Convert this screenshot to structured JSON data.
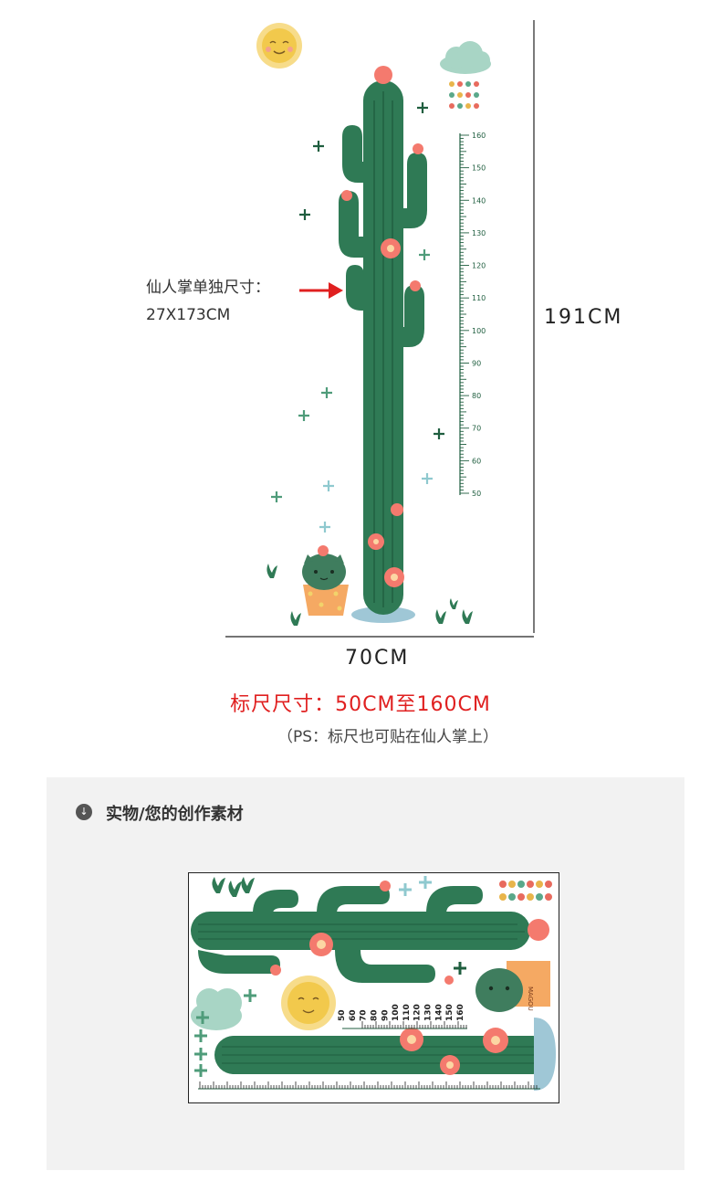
{
  "annotations": {
    "cactus_size_label": "仙人掌单独尺寸：",
    "cactus_size_value": "27X173CM",
    "height_label": "191CM",
    "width_label": "70CM",
    "ruler_size": "标尺尺寸：50CM至160CM",
    "ruler_note": "（PS：标尺也可贴在仙人掌上）"
  },
  "ruler": {
    "ticks": [
      "160",
      "150",
      "140",
      "130",
      "120",
      "110",
      "100",
      "90",
      "80",
      "70",
      "60",
      "50"
    ]
  },
  "product_section": {
    "title": "实物/您的创作素材",
    "icon": "download-circle-icon",
    "ruler_ticks": [
      "160",
      "150",
      "140",
      "130",
      "120",
      "110",
      "100",
      "90",
      "80",
      "70",
      "60",
      "50"
    ],
    "pot_text": "MAGOU"
  },
  "colors": {
    "cactus_green": "#2f7a55",
    "cactus_dark": "#1f5e3f",
    "flower_pink": "#f47a6e",
    "sun_yellow": "#f2c94c",
    "pot_orange": "#f5a963",
    "cloud_mint": "#a8d5c5",
    "shadow_blue": "#9fc7d6",
    "red_text": "#e02020"
  }
}
